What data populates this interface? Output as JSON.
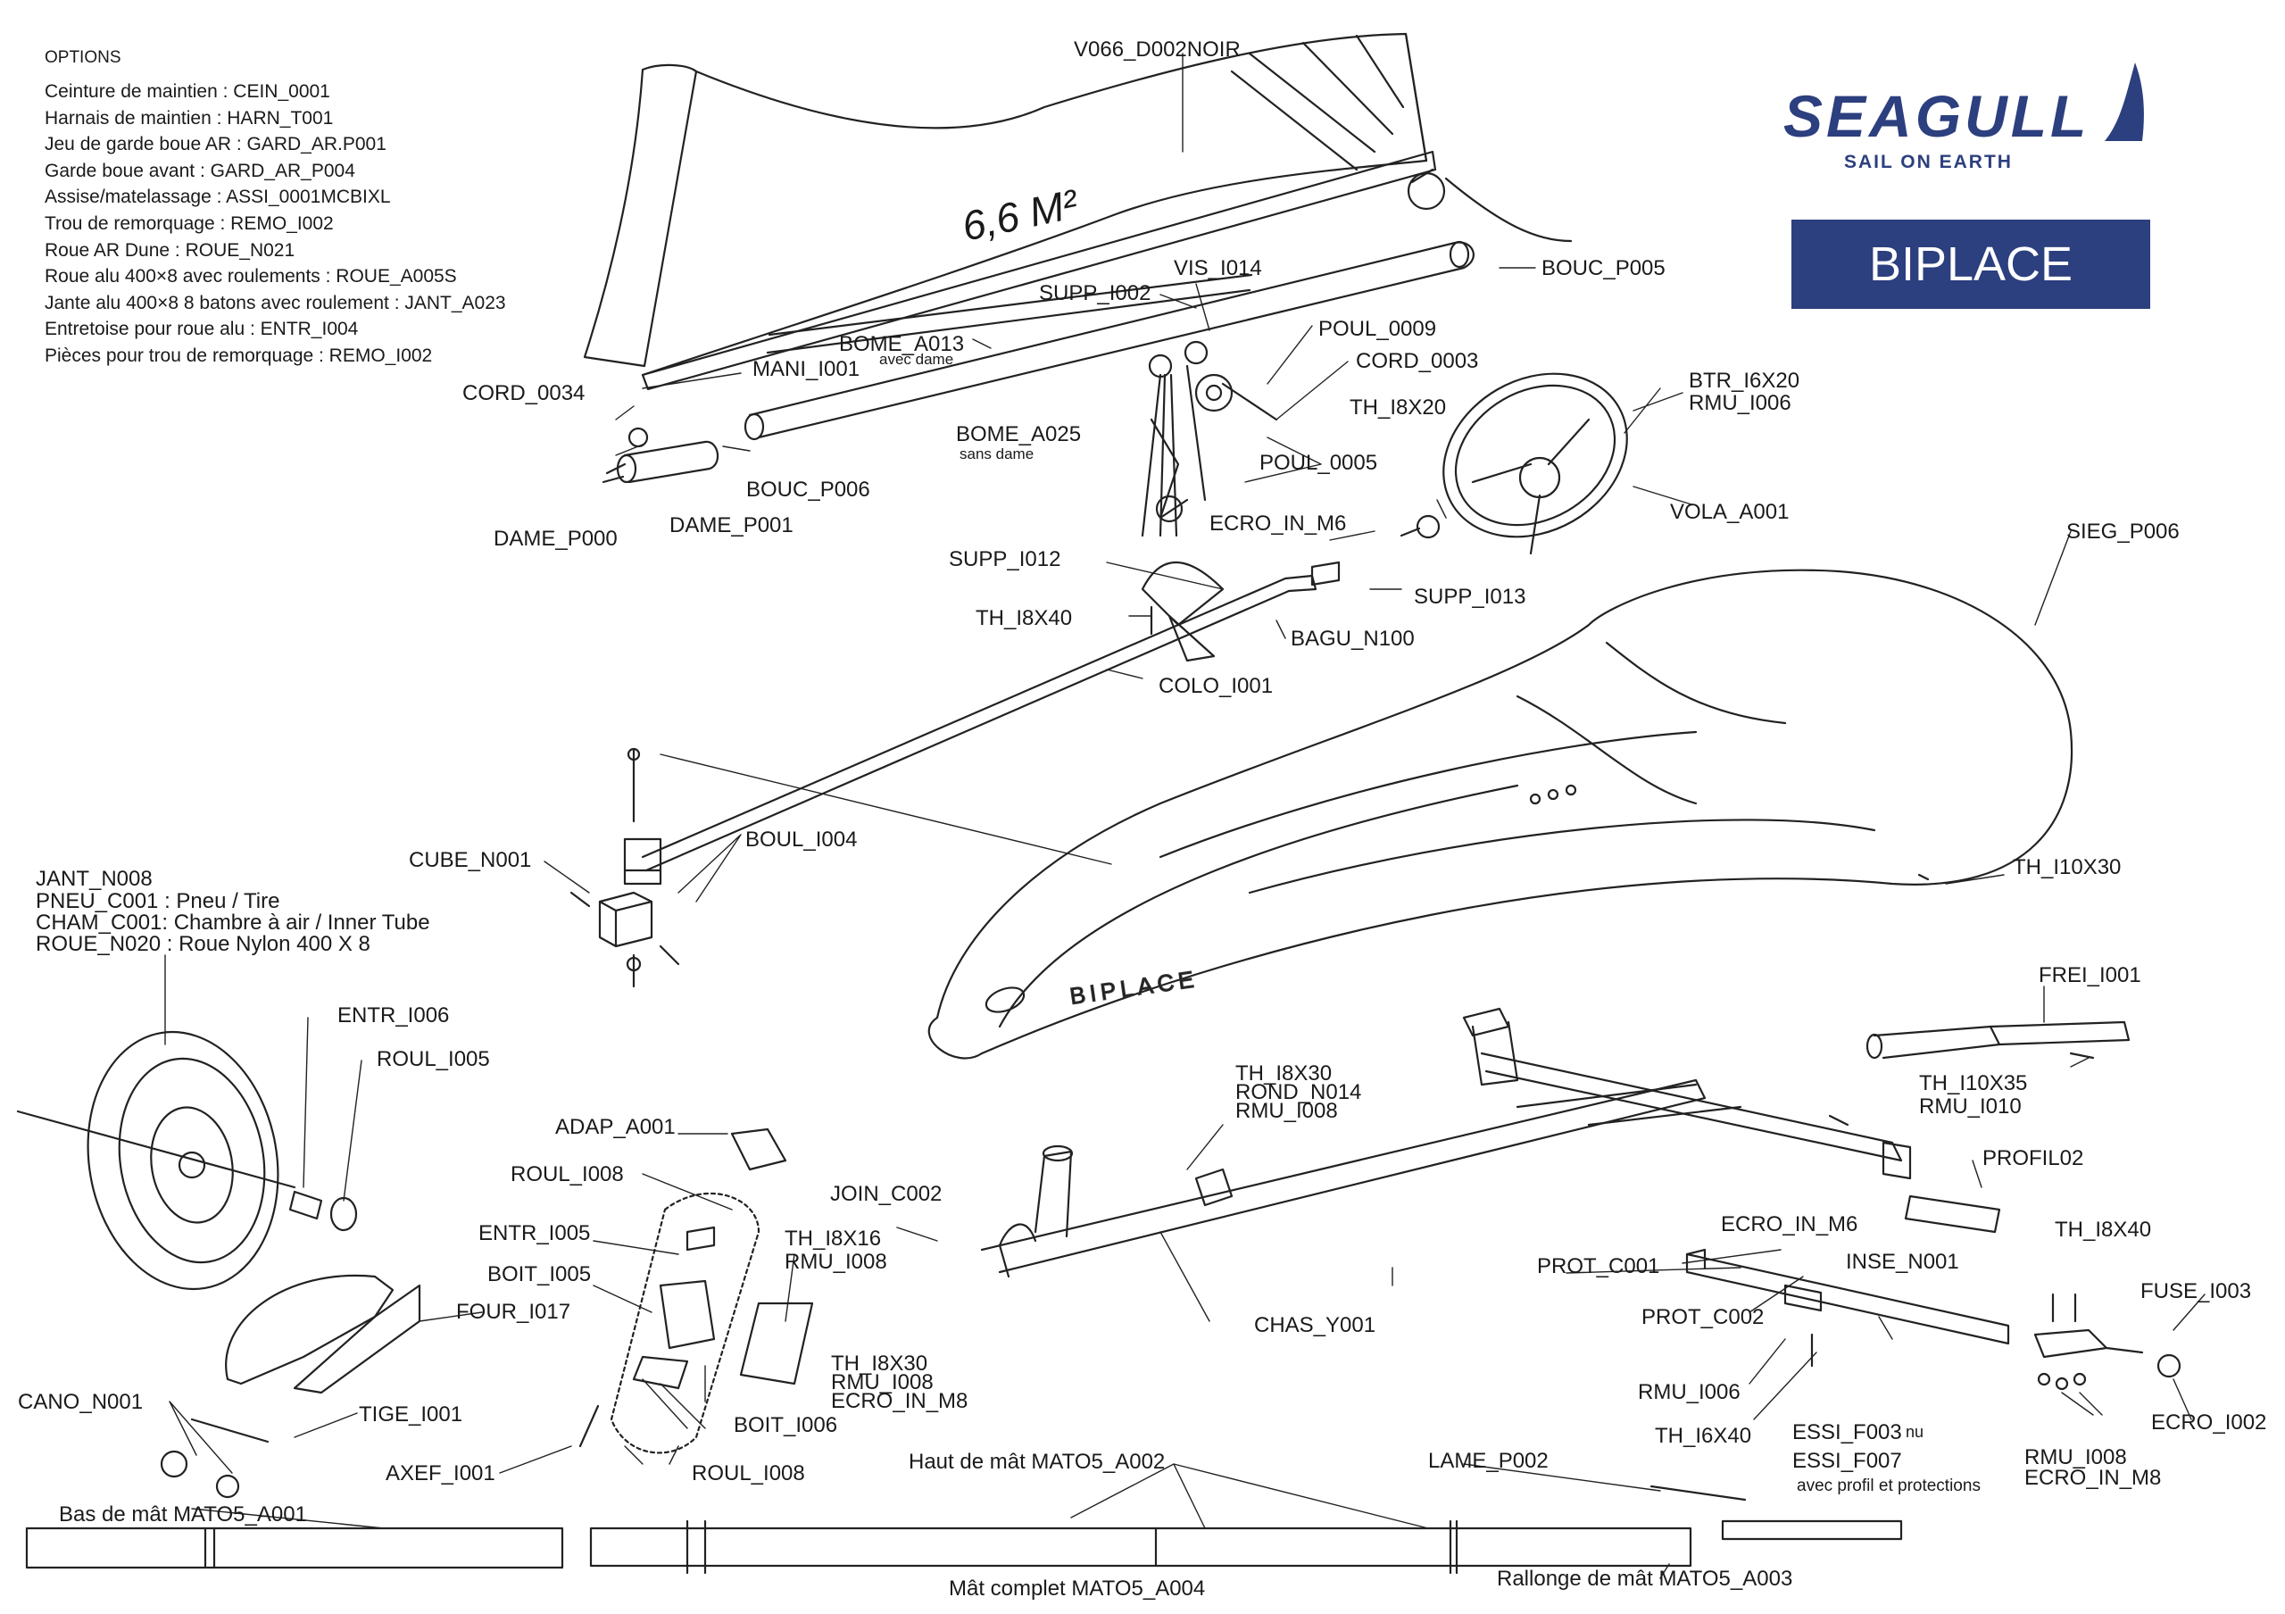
{
  "options": {
    "title": "OPTIONS",
    "items": [
      "Ceinture de maintien : CEIN_0001",
      "Harnais de maintien : HARN_T001",
      "Jeu de garde boue AR : GARD_AR.P001",
      "Garde boue avant : GARD_AR_P004",
      "Assise/matelassage : ASSI_0001MCBIXL",
      "Trou de remorquage : REMO_I002",
      "Roue AR Dune : ROUE_N021",
      "Roue alu 400×8 avec roulements : ROUE_A005S",
      "Jante alu 400×8 8 batons avec roulement : JANT_A023",
      "Entretoise pour roue alu : ENTR_I004",
      "Pièces pour trou de remorquage : REMO_I002"
    ]
  },
  "brand": {
    "name": "SEAGULL",
    "slogan": "SAIL ON EARTH",
    "model": "BIPLACE",
    "color": "#2c3f7e"
  },
  "sail": {
    "marking": "6,6 M²"
  },
  "seat": {
    "marking": "BIPLACE"
  },
  "labels": {
    "v066": "V066_D002NOIR",
    "bouc_p005": "BOUC_P005",
    "vis_i014": "VIS_I014",
    "supp_i002": "SUPP_I002",
    "bome_a013": "BOME_A013",
    "avec_dame": "avec dame",
    "poul_0009": "POUL_0009",
    "cord_0003": "CORD_0003",
    "mani_i001": "MANI_I001",
    "cord_0034": "CORD_0034",
    "bome_a025": "BOME_A025",
    "sans_dame": "sans dame",
    "th_i8x20": "TH_I8X20",
    "btr_i6x20": "BTR_I6X20",
    "rmu_i006_top": "RMU_I006",
    "bouc_p006": "BOUC_P006",
    "poul_0005": "POUL_0005",
    "vola_a001": "VOLA_A001",
    "dame_p001": "DAME_P001",
    "dame_p000": "DAME_P000",
    "ecro_in_m6_top": "ECRO_IN_M6",
    "supp_i012": "SUPP_I012",
    "supp_i013": "SUPP_I013",
    "sieg_p006": "SIEG_P006",
    "th_i8x40_top": "TH_I8X40",
    "bagu_n100": "BAGU_N100",
    "colo_i001": "COLO_I001",
    "boul_i004": "BOUL_I004",
    "cube_n001": "CUBE_N001",
    "th_i10x30": "TH_I10X30",
    "jant_n008": "JANT_N008",
    "pneu_c001": "PNEU_C001 : Pneu / Tire",
    "cham_c001": "CHAM_C001: Chambre à air / Inner Tube",
    "roue_n020": "ROUE_N020 : Roue Nylon 400 X 8",
    "frei_i001": "FREI_I001",
    "entr_i006": "ENTR_I006",
    "roul_i005": "ROUL_I005",
    "th_i8x30_a": "TH_I8X30",
    "rond_n014": "ROND_N014",
    "rmu_i008_a": "RMU_I008",
    "th_i10x35": "TH_I10X35",
    "rmu_i010": "RMU_I010",
    "adap_a001": "ADAP_A001",
    "profil02": "PROFIL02",
    "roul_i008_a": "ROUL_I008",
    "join_c002": "JOIN_C002",
    "ecro_in_m6_b": "ECRO_IN_M6",
    "th_i8x40_b": "TH_I8X40",
    "entr_i005": "ENTR_I005",
    "th_i8x16": "TH_I8X16",
    "rmu_i008_b": "RMU_I008",
    "prot_c001": "PROT_C001",
    "inse_n001": "INSE_N001",
    "fuse_i003": "FUSE_I003",
    "boit_i005": "BOIT_I005",
    "four_i017": "FOUR_I017",
    "prot_c002": "PROT_C002",
    "chas_y001": "CHAS_Y001",
    "th_i8x30_b": "TH_I8X30",
    "rmu_i008_c": "RMU_I008",
    "ecro_in_m8_a": "ECRO_IN_M8",
    "rmu_i006_b": "RMU_I006",
    "cano_n001": "CANO_N001",
    "boit_i006": "BOIT_I006",
    "tige_i001": "TIGE_I001",
    "th_i6x40": "TH_I6X40",
    "essi_f003": "ESSI_F003",
    "nu": "nu",
    "ecro_i002": "ECRO_I002",
    "rmu_i008_d": "RMU_I008",
    "ecro_in_m8_b": "ECRO_IN_M8",
    "haut_mat": "Haut de mât MATO5_A002",
    "lame_p002": "LAME_P002",
    "essi_f007": "ESSI_F007",
    "avec_profil": "avec profil et protections",
    "axef_i001": "AXEF_I001",
    "roul_i008_b": "ROUL_I008",
    "bas_mat": "Bas de mât MATO5_A001",
    "mat_complet": "Mât complet  MATO5_A004",
    "rallonge": "Rallonge de mât MATO5_A003"
  }
}
